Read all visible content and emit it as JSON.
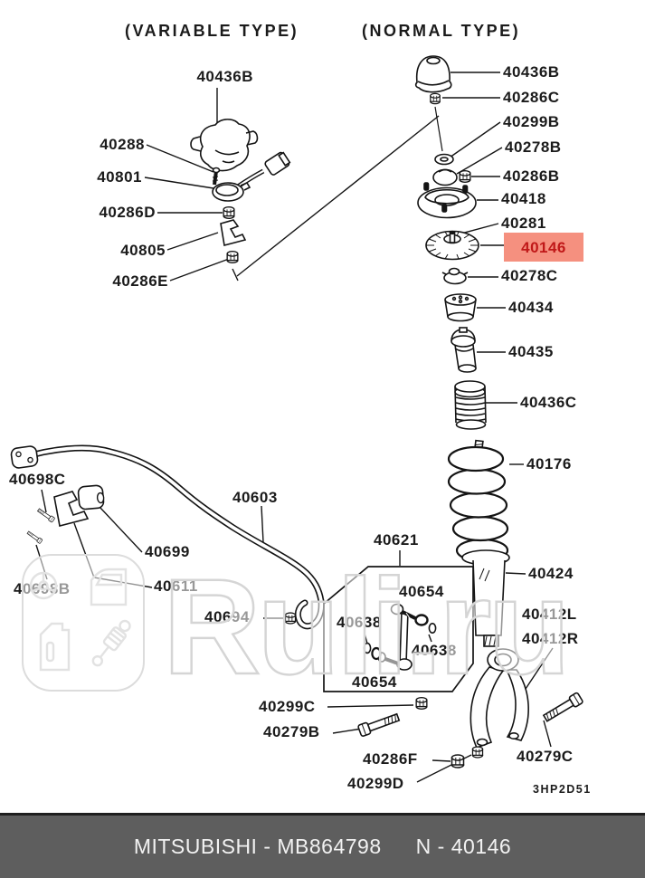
{
  "headers": {
    "variable": "(VARIABLE TYPE)",
    "normal": "(NORMAL TYPE)"
  },
  "labels": {
    "l40436b_var": "40436B",
    "l40288": "40288",
    "l40801": "40801",
    "l40286d": "40286D",
    "l40805": "40805",
    "l40286e": "40286E",
    "l40436b": "40436B",
    "l40286c": "40286C",
    "l40299b": "40299B",
    "l40278b": "40278B",
    "l40286b": "40286B",
    "l40418": "40418",
    "l40281": "40281",
    "l40146": "40146",
    "l40278c": "40278C",
    "l40434": "40434",
    "l40435": "40435",
    "l40436c": "40436C",
    "l40176": "40176",
    "l40424": "40424",
    "l40412l": "40412L",
    "l40412r": "40412R",
    "l40698c": "40698C",
    "l40603": "40603",
    "l40699": "40699",
    "l40698b": "40698B",
    "l40611": "40611",
    "l40694": "40694",
    "l40621": "40621",
    "l40654_top": "40654",
    "l40638_left": "40638",
    "l40638_right": "40638",
    "l40654_bottom": "40654",
    "l40299c": "40299C",
    "l40279b": "40279B",
    "l40286f": "40286F",
    "l40299d": "40299D",
    "l40279c": "40279C"
  },
  "drawing_code": "3HP2D51",
  "highlight": {
    "part": "40146",
    "bg": "#f5907f",
    "fg": "#c01818"
  },
  "watermark": {
    "text": "Ruli.ru"
  },
  "footer": {
    "brand_part": "MITSUBISHI - MB864798",
    "highlighted_number": "N - 40146"
  }
}
